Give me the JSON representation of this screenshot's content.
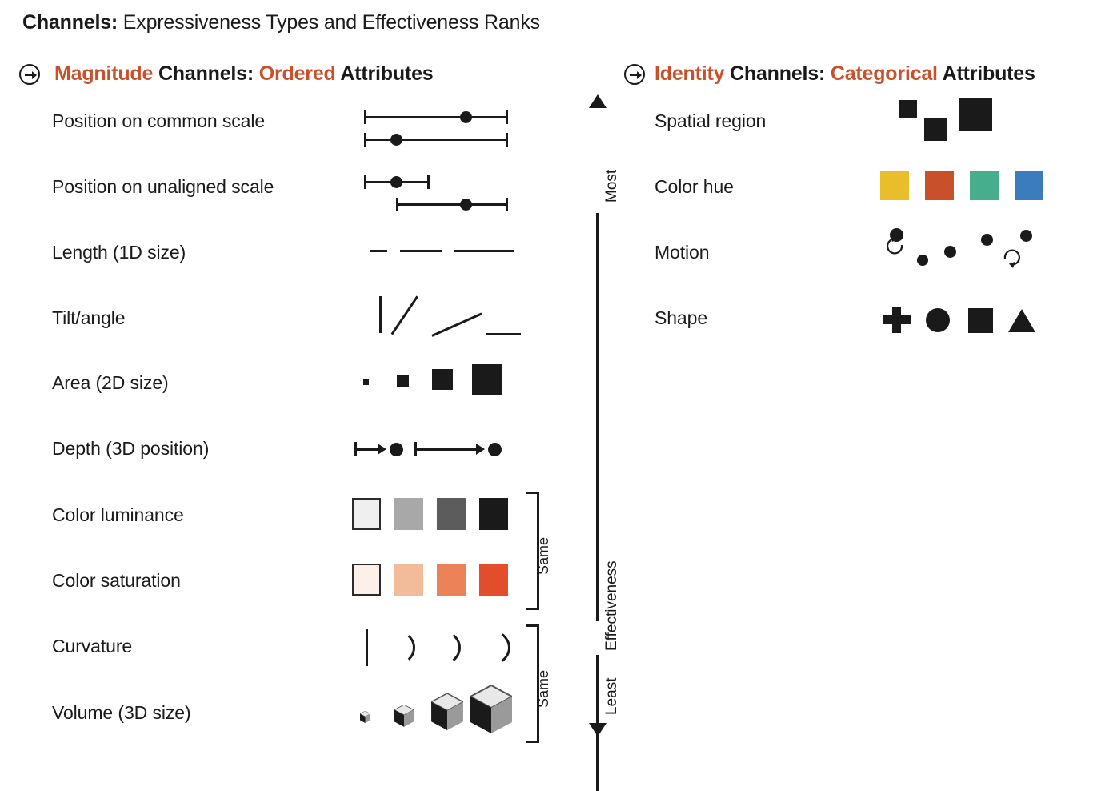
{
  "page": {
    "title_bold": "Channels:",
    "title_rest": " Expressiveness Types and Effectiveness Ranks"
  },
  "columns": {
    "left": {
      "header": {
        "accent1": "Magnitude",
        "mid": " Channels: ",
        "accent2": "Ordered",
        "tail": " Attributes"
      },
      "bullet_icon": "circled-arrow-right-icon",
      "rows": [
        {
          "label": "Position on common scale",
          "glyph": "two-aligned-scales-with-dots"
        },
        {
          "label": "Position on unaligned scale",
          "glyph": "two-unaligned-scales-with-dots"
        },
        {
          "label": "Length (1D size)",
          "glyph": "three-lines-increasing-length"
        },
        {
          "label": "Tilt/angle",
          "glyph": "four-lines-varying-tilt"
        },
        {
          "label": "Area (2D size)",
          "glyph": "four-squares-increasing-area"
        },
        {
          "label": "Depth (3D position)",
          "glyph": "two-depth-arrows-with-dots"
        },
        {
          "label": "Color luminance",
          "glyph": "four-grayscale-swatches"
        },
        {
          "label": "Color saturation",
          "glyph": "four-saturation-swatches"
        },
        {
          "label": "Curvature",
          "glyph": "four-arcs-increasing-curvature"
        },
        {
          "label": "Volume (3D size)",
          "glyph": "four-cubes-increasing-volume"
        }
      ]
    },
    "right": {
      "header": {
        "accent1": "Identity",
        "mid": " Channels: ",
        "accent2": "Categorical",
        "tail": " Attributes"
      },
      "bullet_icon": "circled-arrow-right-icon",
      "rows": [
        {
          "label": "Spatial region",
          "glyph": "three-squares-scattered-positions"
        },
        {
          "label": "Color hue",
          "glyph": "four-hue-swatches"
        },
        {
          "label": "Motion",
          "glyph": "five-dots-with-rotation-arrows"
        },
        {
          "label": "Shape",
          "glyph": "plus-circle-square-triangle"
        }
      ]
    }
  },
  "axis": {
    "top_label": "Most",
    "mid_label": "Effectiveness",
    "bottom_label": "Least",
    "up_arrow_icon": "triangle-up-icon",
    "down_arrow_icon": "triangle-down-icon"
  },
  "brackets": [
    {
      "label": "Same",
      "spans": [
        "Color luminance",
        "Color saturation"
      ]
    },
    {
      "label": "Same",
      "spans": [
        "Curvature",
        "Volume (3D size)"
      ]
    }
  ],
  "colors": {
    "accent": "#c8502a",
    "ink": "#1a1a1a",
    "background": "#ffffff",
    "hue": [
      "#e9be2a",
      "#c8502a",
      "#46ae8c",
      "#3b7cbf"
    ],
    "luminance": [
      "#efefef",
      "#a8a8a8",
      "#5c5c5c",
      "#1a1a1a"
    ],
    "saturation": [
      "#fbf1ea",
      "#f2bb9a",
      "#ec8258",
      "#e24e2b"
    ]
  },
  "chart_data": {
    "type": "table",
    "title": "Channels: Expressiveness Types and Effectiveness Ranks",
    "xlabel": "",
    "ylabel": "Effectiveness",
    "ylim": [
      "Least",
      "Most"
    ],
    "series": [
      {
        "name": "Magnitude Channels: Ordered Attributes",
        "values": [
          "Position on common scale",
          "Position on unaligned scale",
          "Length (1D size)",
          "Tilt/angle",
          "Area (2D size)",
          "Depth (3D position)",
          "Color luminance",
          "Color saturation",
          "Curvature",
          "Volume (3D size)"
        ],
        "ranks": [
          1,
          2,
          3,
          4,
          5,
          6,
          7,
          7,
          9,
          9
        ]
      },
      {
        "name": "Identity Channels: Categorical Attributes",
        "values": [
          "Spatial region",
          "Color hue",
          "Motion",
          "Shape"
        ],
        "ranks": [
          1,
          2,
          3,
          4
        ]
      }
    ],
    "annotations": [
      "Same",
      "Same",
      "Most",
      "Effectiveness",
      "Least"
    ]
  }
}
